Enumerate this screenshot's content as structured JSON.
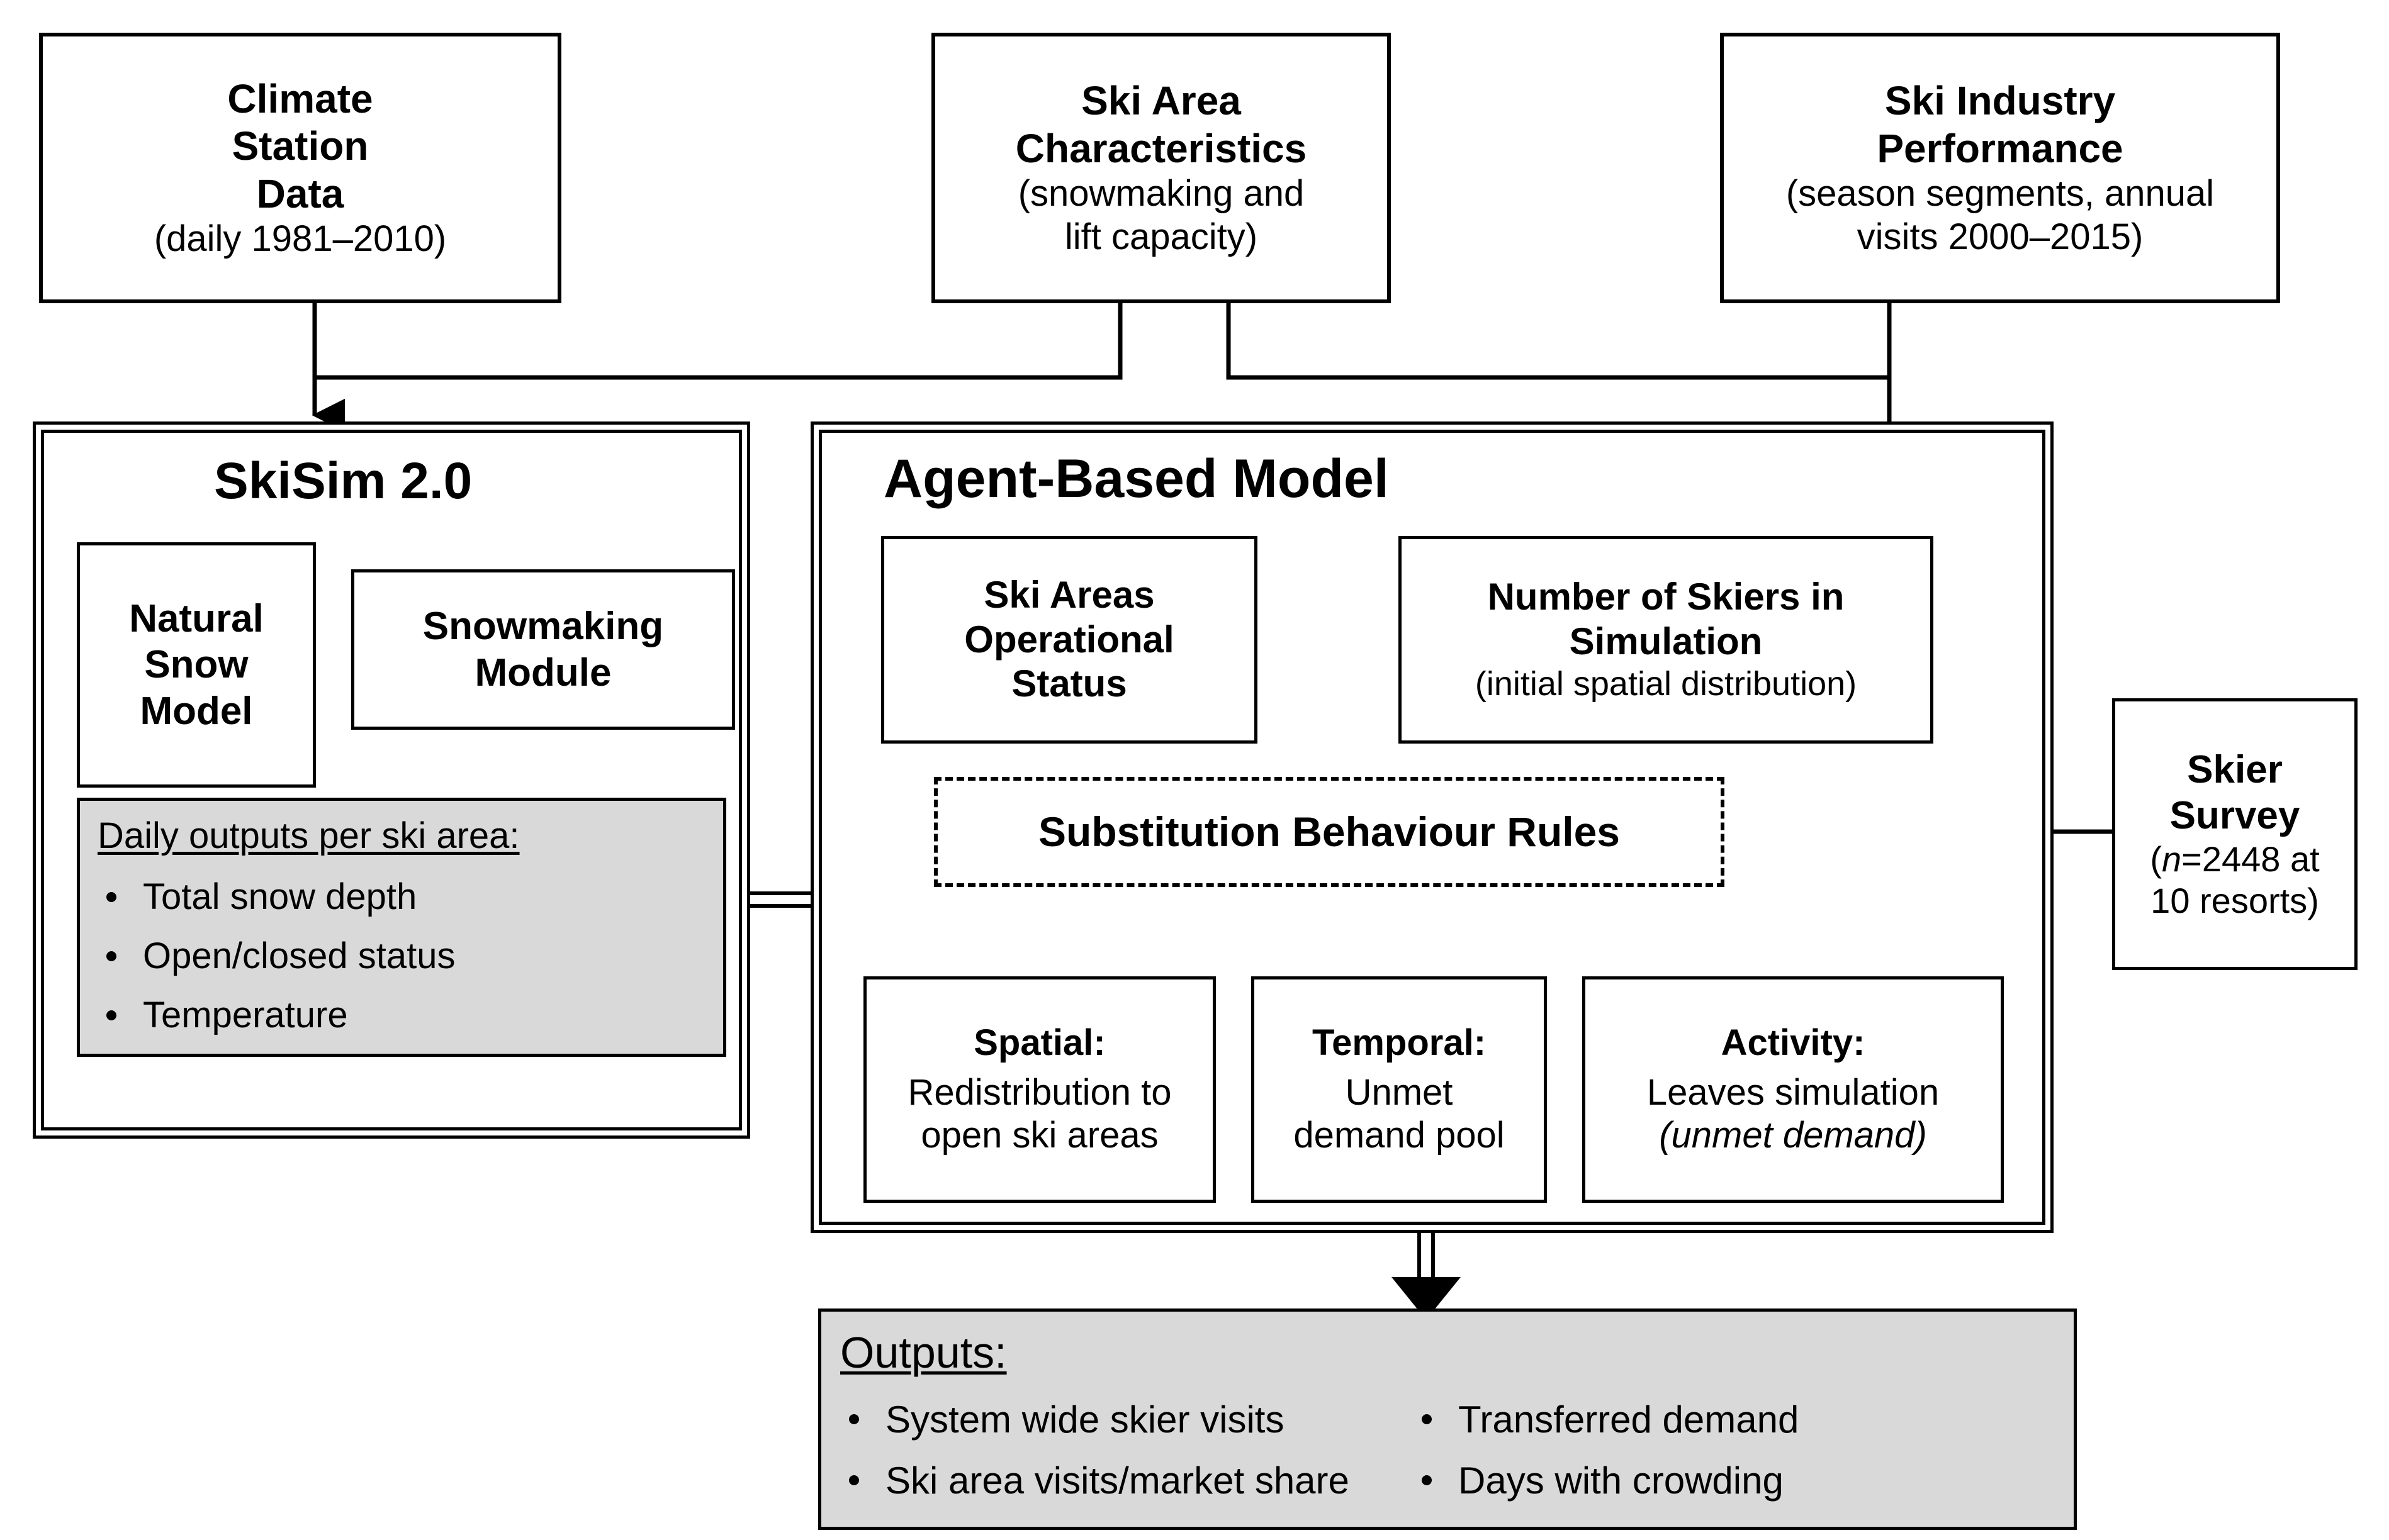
{
  "diagram": {
    "title": "SkiSim 2.0 / Agent-Based Model ski tourism simulation framework",
    "colors": {
      "line": "#000000",
      "fill_gray": "#d9d9d9",
      "background": "#ffffff"
    }
  },
  "inputs": {
    "climate_station": {
      "title_line1": "Climate",
      "title_line2": "Station",
      "title_line3": "Data",
      "subtitle": "(daily 1981–2010)"
    },
    "ski_area_characteristics": {
      "title_line1": "Ski Area",
      "title_line2": "Characteristics",
      "subtitle_line1": "(snowmaking and",
      "subtitle_line2": "lift capacity)"
    },
    "ski_industry_performance": {
      "title_line1": "Ski Industry",
      "title_line2": "Performance",
      "subtitle_line1": "(season segments, annual",
      "subtitle_line2": "visits 2000–2015)"
    }
  },
  "skisim": {
    "panel_title": "SkiSim 2.0",
    "natural_snow_model": {
      "line1": "Natural",
      "line2": "Snow",
      "line3": "Model"
    },
    "snowmaking_module": {
      "line1": "Snowmaking",
      "line2": "Module"
    },
    "daily_outputs": {
      "heading": "Daily outputs per ski area:",
      "items": [
        "Total snow depth",
        "Open/closed status",
        "Temperature"
      ]
    }
  },
  "abm": {
    "panel_title": "Agent-Based Model",
    "ski_areas_operational_status": {
      "line1": "Ski Areas",
      "line2": "Operational",
      "line3": "Status"
    },
    "number_of_skiers": {
      "line1": "Number of Skiers in",
      "line2": "Simulation",
      "subtitle": "(initial spatial distribution)"
    },
    "substitution_rules": {
      "label": "Substitution Behaviour Rules"
    },
    "rules": [
      {
        "heading": "Spatial:",
        "body_line1": "Redistribution to",
        "body_line2": "open ski areas",
        "body_italic": ""
      },
      {
        "heading": "Temporal:",
        "body_line1": "Unmet",
        "body_line2": "demand pool",
        "body_italic": ""
      },
      {
        "heading": "Activity:",
        "body_line1": "Leaves simulation",
        "body_line2": "",
        "body_italic": "(unmet demand)"
      }
    ]
  },
  "skier_survey": {
    "title_line1": "Skier",
    "title_line2": "Survey",
    "subtitle_prefix": "(",
    "subtitle_italic_n": "n",
    "subtitle_line1_rest": "=2448 at",
    "subtitle_line2": "10 resorts)"
  },
  "outputs": {
    "heading": "Outputs:",
    "column_left": [
      "System wide skier visits",
      "Ski area visits/market share"
    ],
    "column_right": [
      "Transferred demand",
      "Days with crowding"
    ]
  }
}
